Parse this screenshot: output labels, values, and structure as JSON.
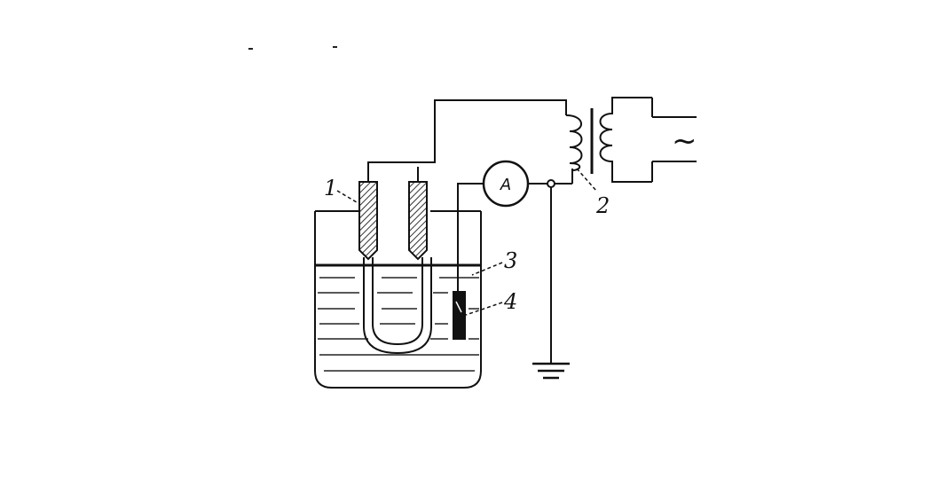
{
  "diagram": {
    "labels": {
      "electrode_heater": "1",
      "transformer": "2",
      "liquid": "3",
      "probe": "4"
    },
    "ammeter_symbol": "A",
    "ac_source_symbol": "~"
  }
}
